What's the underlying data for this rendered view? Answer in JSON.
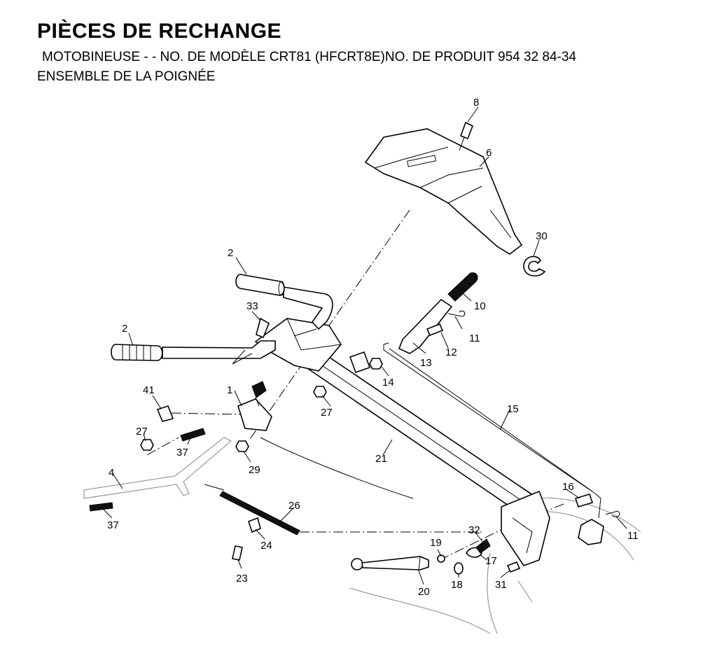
{
  "header": {
    "title": "PIÈCES DE RECHANGE",
    "subtitle": "MOTOBINEUSE - - NO.  DE MODÈLE CRT81 (HFCRT8E)NO. DE PRODUIT 954 32 84-34",
    "section": "ENSEMBLE DE LA POIGNÉE"
  },
  "callouts": {
    "c1": "1",
    "c2a": "2",
    "c2b": "2",
    "c4": "4",
    "c6": "6",
    "c8": "8",
    "c10": "10",
    "c11a": "11",
    "c11b": "11",
    "c12": "12",
    "c13": "13",
    "c14": "14",
    "c15": "15",
    "c16": "16",
    "c17": "17",
    "c18": "18",
    "c19": "19",
    "c20": "20",
    "c21": "21",
    "c23": "23",
    "c24": "24",
    "c26": "26",
    "c27a": "27",
    "c27b": "27",
    "c29": "29",
    "c30": "30",
    "c31": "31",
    "c32": "32",
    "c33": "33",
    "c37a": "37",
    "c37b": "37",
    "c41": "41"
  }
}
